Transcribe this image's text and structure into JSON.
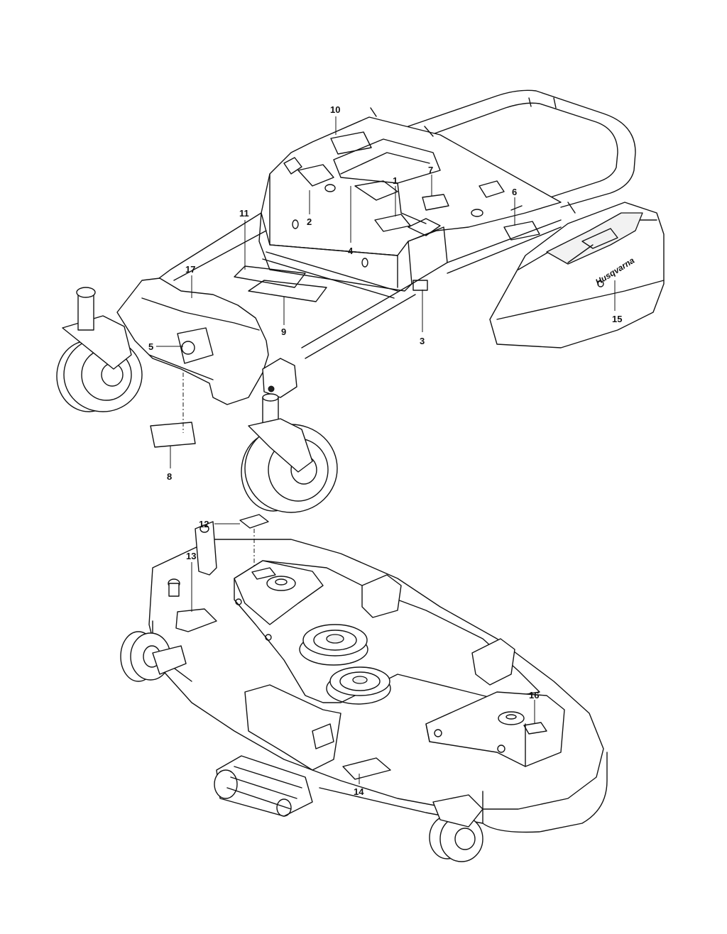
{
  "callouts": {
    "c1": "1",
    "c2": "2",
    "c3": "3",
    "c4": "4",
    "c5": "5",
    "c6": "6",
    "c7": "7",
    "c8": "8",
    "c9": "9",
    "c10": "10",
    "c11": "11",
    "c12": "12",
    "c13": "13",
    "c14": "14",
    "c15": "15",
    "c16": "16",
    "c17": "17"
  },
  "brand_text": "Husqvarna"
}
